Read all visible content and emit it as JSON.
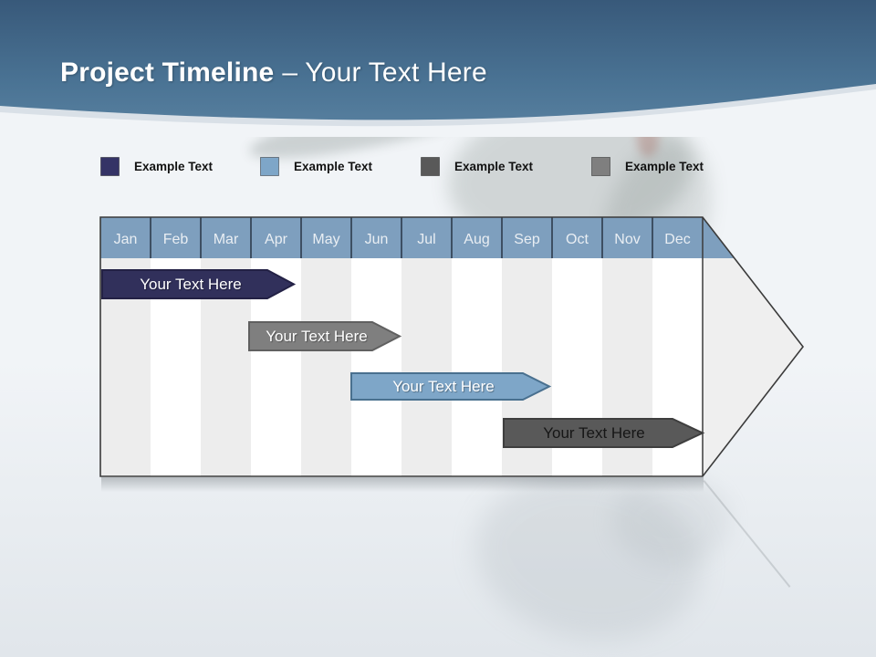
{
  "slide": {
    "title": {
      "primary": "Project Timeline",
      "secondary": "– Your Text Here"
    },
    "accent_band_color": "#4a7495",
    "background_color": "#f1f4f7"
  },
  "legend": {
    "items": [
      {
        "label": "Example Text",
        "color": "#343366"
      },
      {
        "label": "Example Text",
        "color": "#7EA6C8"
      },
      {
        "label": "Example Text",
        "color": "#595959"
      },
      {
        "label": "Example Text",
        "color": "#7F7F7F"
      }
    ]
  },
  "timeline": {
    "header_color": "#7E9FBE",
    "stripe_color": "#EDEDED",
    "months": [
      "Jan",
      "Feb",
      "Mar",
      "Apr",
      "May",
      "Jun",
      "Jul",
      "Aug",
      "Sep",
      "Oct",
      "Nov",
      "Dec"
    ],
    "bars": [
      {
        "label": "Your Text Here",
        "color": "#31305B",
        "text_color": "#ffffff",
        "start": "Jan",
        "end": "mid-Apr"
      },
      {
        "label": "Your Text Here",
        "color": "#7F7F7F",
        "text_color": "#ffffff",
        "start": "Apr",
        "end": "Jun"
      },
      {
        "label": "Your Text Here",
        "color": "#7EA6C8",
        "text_color": "#ffffff",
        "start": "Jun",
        "end": "Sep"
      },
      {
        "label": "Your Text Here",
        "color": "#595959",
        "text_color": "#161616",
        "start": "Sep",
        "end": "Dec"
      }
    ]
  }
}
